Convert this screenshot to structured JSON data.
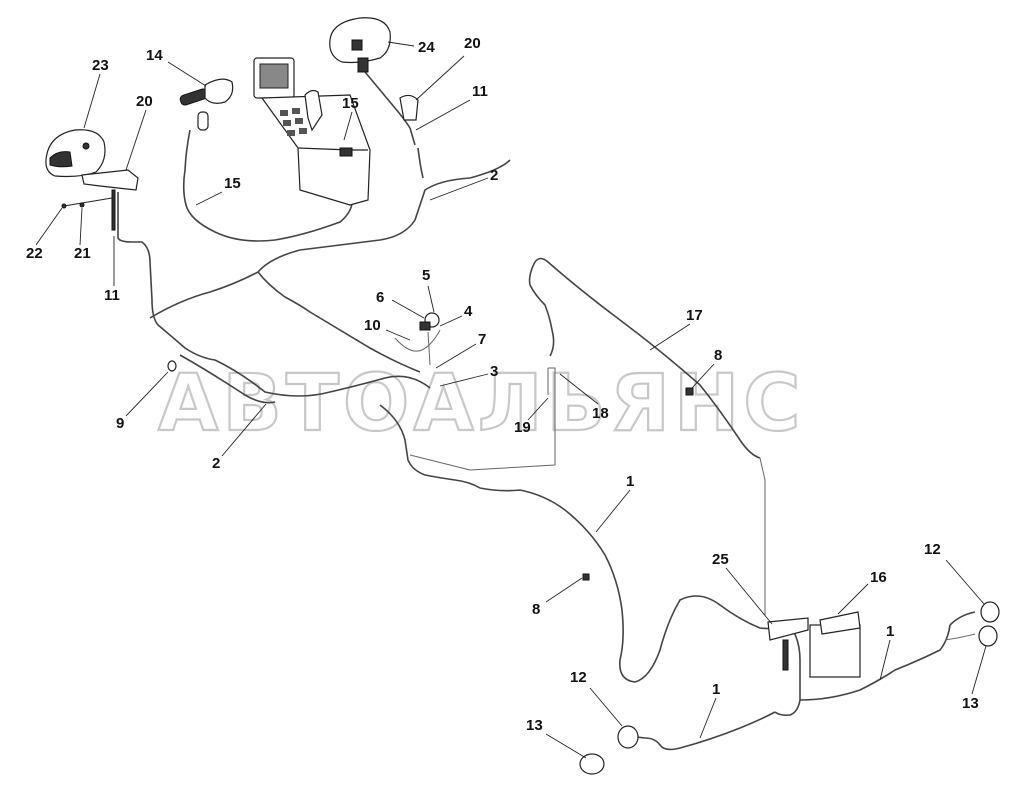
{
  "watermark": "АВТОАЛЬЯНС",
  "callouts": {
    "c1a": "1",
    "c1b": "1",
    "c1c": "1",
    "c2a": "2",
    "c2b": "2",
    "c3": "3",
    "c4": "4",
    "c5": "5",
    "c6": "6",
    "c7": "7",
    "c8a": "8",
    "c8b": "8",
    "c9": "9",
    "c10": "10",
    "c11a": "11",
    "c11b": "11",
    "c12a": "12",
    "c12b": "12",
    "c13a": "13",
    "c13b": "13",
    "c14": "14",
    "c15a": "15",
    "c15b": "15",
    "c16": "16",
    "c17": "17",
    "c18": "18",
    "c19": "19",
    "c20a": "20",
    "c20b": "20",
    "c21": "21",
    "c22": "22",
    "c23": "23",
    "c24": "24",
    "c25": "25"
  }
}
